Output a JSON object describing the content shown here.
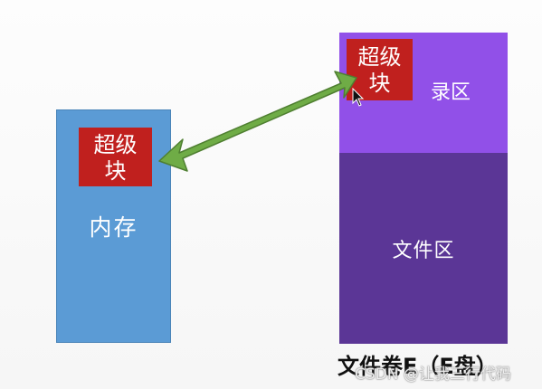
{
  "memory": {
    "label": "内存",
    "superblock": {
      "line1": "超级",
      "line2": "块"
    }
  },
  "volume": {
    "directory_area_label": "录区",
    "file_area_label": "文件区",
    "superblock": {
      "line1": "超级",
      "line2": "块"
    },
    "caption": "文件卷E（E盘）"
  },
  "watermark": "CSDN @让我三行代码",
  "colors": {
    "memory": "#5b9bd5",
    "superblock": "#c0201e",
    "directory_area": "#9150e8",
    "file_area": "#5b3696",
    "arrow": "#6fac46"
  },
  "icons": [
    "double-arrow-icon",
    "mouse-cursor-icon"
  ]
}
